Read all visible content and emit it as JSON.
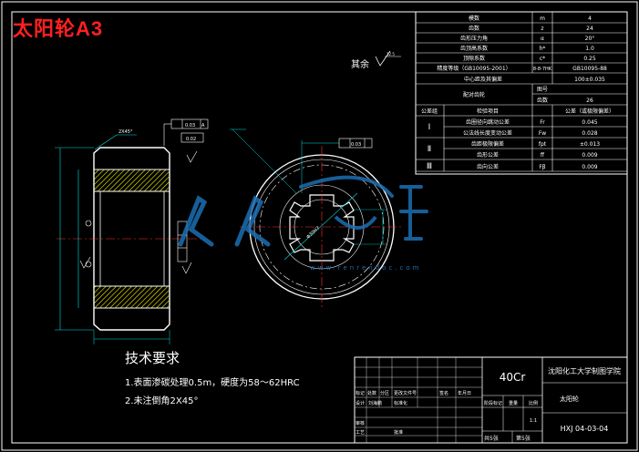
{
  "page_title": "太阳轮A3",
  "colors": {
    "frame": "#ffffff",
    "title": "#ff2020",
    "hatch": "#ffff00",
    "center": "#ff3030",
    "dim": "#00e0e0",
    "watermark": "#1c6fb3"
  },
  "params_table": {
    "rows": [
      {
        "name": "模数",
        "sym": "m",
        "val": "4"
      },
      {
        "name": "齿数",
        "sym": "z",
        "val": "24"
      },
      {
        "name": "齿形压力角",
        "sym": "α",
        "val": "20°"
      },
      {
        "name": "齿顶高系数",
        "sym": "h*",
        "val": "1.0"
      },
      {
        "name": "顶隙系数",
        "sym": "c*",
        "val": "0.25"
      },
      {
        "name": "精度等级（GB10095-2001）",
        "sym": "8-8-7HK",
        "val": "GB10095-88"
      },
      {
        "name": "中心距及其偏差",
        "sym": "",
        "val": "100±0.035"
      }
    ],
    "mesh_label": "配对齿轮",
    "mesh_col1": "图号",
    "mesh_col2": "齿数",
    "mesh_val": "26",
    "group_header": "公差组",
    "item_header": "检验项目",
    "value_header": "公差（或极限偏差）",
    "groups": [
      {
        "roman": "Ⅰ",
        "items": [
          {
            "name": "齿圈径向跳动公差",
            "sym": "Fr",
            "val": "0.045"
          },
          {
            "name": "公法线长度变动公差",
            "sym": "Fw",
            "val": "0.028"
          }
        ]
      },
      {
        "roman": "Ⅱ",
        "items": [
          {
            "name": "齿距极限偏差",
            "sym": "fpt",
            "val": "±0.013"
          },
          {
            "name": "齿形公差",
            "sym": "ff",
            "val": "0.009"
          }
        ]
      },
      {
        "roman": "Ⅲ",
        "items": [
          {
            "name": "齿向公差",
            "sym": "Fβ",
            "val": "0.009"
          }
        ]
      }
    ]
  },
  "rest_label": "其余",
  "rest_roughness": "12.5",
  "tech_title": "技术要求",
  "tech_notes": [
    "1.表面渗碳处理0.5m，硬度为58～62HRC",
    "2.未注倒角2X45°"
  ],
  "chamfer": "2X45°",
  "tol_labels": {
    "runout_left": "0.03",
    "datum_a": "A",
    "runout_right": "0.03",
    "face_tol": "0.02",
    "fit": "Φ30H7"
  },
  "title_block": {
    "material": "40Cr",
    "school": "沈阳化工大学制图学院",
    "part_name": "太阳轮",
    "drawing_no": "HXJ  04-03-04",
    "sheet_total": "共5张",
    "sheet_no": "第5张",
    "stage_label": "阶段标记",
    "weight_label": "重量",
    "scale_label": "比例",
    "scale_val": "1:1",
    "mark": "标记",
    "count": "处数",
    "zone": "分区",
    "change_doc": "更改文件号",
    "sign": "签名",
    "date": "年月日",
    "design": "设计",
    "designer": "刘海鹏",
    "std": "标准化",
    "check": "审核",
    "craft": "工艺",
    "approve": "批准"
  },
  "watermark": {
    "cn": "人人文库",
    "url": "www.renrendoc.com"
  }
}
